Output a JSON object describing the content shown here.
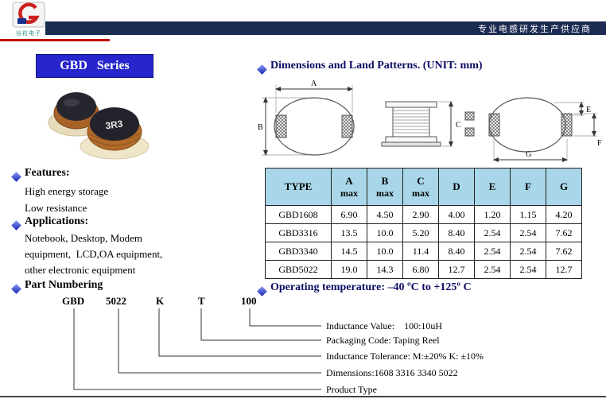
{
  "colors": {
    "topbar_navy": "#1c2b52",
    "accent_blue": "#2626cc",
    "table_header_blue": "#a9d6e8",
    "red_line": "#c40000"
  },
  "header": {
    "logo_text": "谷崧电子",
    "tagline": "专业电感研发生产供应商"
  },
  "series": {
    "title": "GBD   Series"
  },
  "product": {
    "marking": "3R3"
  },
  "features": {
    "title": "Features:",
    "items": [
      "High energy storage",
      "Low resistance"
    ]
  },
  "applications": {
    "title": "Applications:",
    "lines": [
      "Notebook, Desktop, Modem",
      "equipment,  LCD,OA equipment,",
      "other electronic equipment"
    ]
  },
  "part_numbering": {
    "title": "Part Numbering",
    "codes": [
      "GBD",
      "5022",
      "K",
      "T",
      "100"
    ],
    "labels": [
      "Inductance Value:    100:10uH",
      "Packaging Code: Taping Reel",
      "Inductance Tolerance: M:±20% K: ±10%",
      "Dimensions:1608 3316 3340 5022",
      "Product Type"
    ]
  },
  "dimensions_section": {
    "heading": "Dimensions and Land Patterns. (UNIT: mm)",
    "labels": {
      "a": "A",
      "b": "B",
      "c": "C",
      "e": "E",
      "f": "F",
      "g": "G"
    }
  },
  "table": {
    "headers": [
      {
        "t": "TYPE",
        "s": ""
      },
      {
        "t": "A",
        "s": "max"
      },
      {
        "t": "B",
        "s": "max"
      },
      {
        "t": "C",
        "s": "max"
      },
      {
        "t": "D",
        "s": ""
      },
      {
        "t": "E",
        "s": ""
      },
      {
        "t": "F",
        "s": ""
      },
      {
        "t": "G",
        "s": ""
      }
    ],
    "rows": [
      [
        "GBD1608",
        "6.90",
        "4.50",
        "2.90",
        "4.00",
        "1.20",
        "1.15",
        "4.20"
      ],
      [
        "GBD3316",
        "13.5",
        "10.0",
        "5.20",
        "8.40",
        "2.54",
        "2.54",
        "7.62"
      ],
      [
        "GBD3340",
        "14.5",
        "10.0",
        "11.4",
        "8.40",
        "2.54",
        "2.54",
        "7.62"
      ],
      [
        "GBD5022",
        "19.0",
        "14.3",
        "6.80",
        "12.7",
        "2.54",
        "2.54",
        "12.7"
      ]
    ]
  },
  "operating": {
    "text": "Operating temperature: –40 ºC to +125º C"
  }
}
